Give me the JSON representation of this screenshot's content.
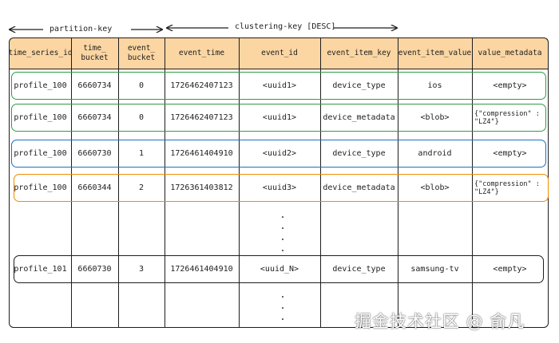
{
  "partition_key_label": "partition-key",
  "clustering_key_label": "clustering-key [DESC]",
  "columns": [
    "time_series_id",
    "time_\nbucket",
    "event_\nbucket",
    "event_time",
    "event_id",
    "event_item_key",
    "event_item_value",
    "value_metadata"
  ],
  "rows": [
    {
      "color": "#2f9e44",
      "cells": [
        "profile_100",
        "6660734",
        "0",
        "1726462407123",
        "<uuid1>",
        "device_type",
        "ios",
        "<empty>"
      ]
    },
    {
      "color": "#2f9e44",
      "cells": [
        "profile_100",
        "6660734",
        "0",
        "1726462407123",
        "<uuid1>",
        "device_metadata",
        "<blob>",
        "{\"compression\" :\n\"LZ4\"}"
      ]
    },
    {
      "color": "#1971c2",
      "cells": [
        "profile_100",
        "6660730",
        "1",
        "1726461404910",
        "<uuid2>",
        "device_type",
        "android",
        "<empty>"
      ]
    },
    {
      "color": "#f08c00",
      "cells": [
        "profile_100",
        "6660344",
        "2",
        "1726361403812",
        "<uuid3>",
        "device_metadata",
        "<blob>",
        "{\"compression\" :\n\"LZ4\"}"
      ]
    },
    {
      "color": "#1e1e1e",
      "cells": [
        "profile_101",
        "6660730",
        "3",
        "1726461404910",
        "<uuid_N>",
        "device_type",
        "samsung-tv",
        "<empty>"
      ]
    }
  ],
  "watermark": "掘金技术社区 @ 俞凡",
  "colors": {
    "header": "#fbd6a3",
    "green": "#2f9e44",
    "blue": "#1971c2",
    "orange": "#f08c00",
    "ink": "#1e1e1e"
  }
}
